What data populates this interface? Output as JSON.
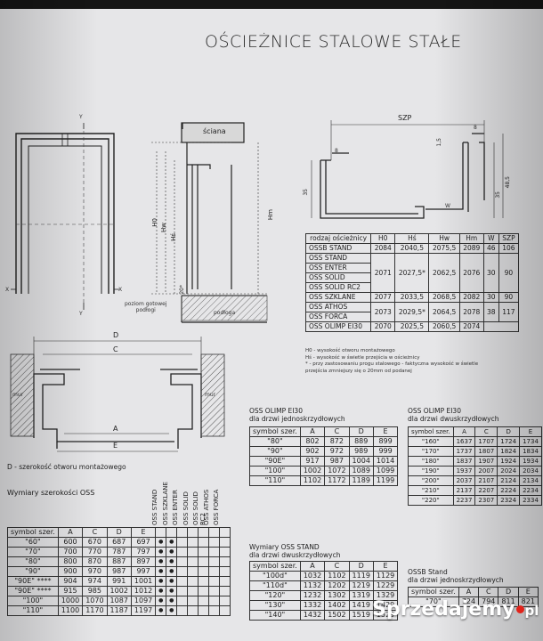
{
  "title": "OŚCIEŻNICE STALOWE STAŁE",
  "drawings": {
    "wall": "ściana",
    "hm": "Hm",
    "h0": "H0",
    "hw": "Hw",
    "hs": "Hś",
    "d20": "20*",
    "poziom": "poziom gotowej\npodłogi",
    "podloga": "podłoga",
    "szp": "SZP",
    "w": "W",
    "dim8a": "8",
    "dim15": "1,5",
    "dim8b": "8",
    "dim35a": "35",
    "dim485": "48,5",
    "dim35b": "35",
    "x": "X",
    "y": "Y",
    "d": "D",
    "c": "C",
    "a": "A",
    "e": "E",
    "mur": "mur",
    "dnote": "D - szerokość otworu montażowego"
  },
  "spec_table": {
    "headers": [
      "rodzaj ościeżnicy",
      "H0",
      "Hś",
      "Hw",
      "Hm",
      "W",
      "SZP"
    ],
    "rows": [
      [
        "OSSB STAND",
        "2084",
        "2040,5",
        "2075,5",
        "2089",
        "46",
        "106"
      ],
      [
        "OSS STAND",
        "",
        "",
        "",
        "",
        "",
        ""
      ],
      [
        "OSS ENTER",
        "",
        "",
        "",
        "",
        "",
        ""
      ],
      [
        "OSS SOLID",
        "2071",
        "2027,5*",
        "2062,5",
        "2076",
        "30",
        "90"
      ],
      [
        "OSS SOLID RC2",
        "",
        "",
        "",
        "",
        "",
        ""
      ],
      [
        "OSS SZKLANE",
        "2077",
        "2033,5",
        "2068,5",
        "2082",
        "30",
        "90"
      ],
      [
        "OSS ATHOS",
        "2073",
        "2029,5*",
        "2064,5",
        "2078",
        "38",
        "117"
      ],
      [
        "OSS FORCA",
        "",
        "",
        "",
        "",
        "",
        ""
      ],
      [
        "OSS OLIMP EI30",
        "2070",
        "2025,5",
        "2060,5",
        "2074",
        "",
        ""
      ]
    ],
    "notes": [
      "H0 - wysokość otworu montażowego",
      "Hś - wysokość w świetle przejścia w ościeżnicy",
      "* - przy zastosowaniu progu stalowego - faktyczna wysokość w świetle",
      "przejścia zmniejszy się o 20mm od podanej"
    ]
  },
  "olimp1": {
    "title": "OSS OLIMP EI30",
    "subtitle": "dla drzwi jednoskrzydłowych",
    "headers": [
      "symbol szer.",
      "A",
      "C",
      "D",
      "E"
    ],
    "rows": [
      [
        "\"80\"",
        "802",
        "872",
        "889",
        "899"
      ],
      [
        "\"90\"",
        "902",
        "972",
        "989",
        "999"
      ],
      [
        "\"90E\"",
        "917",
        "987",
        "1004",
        "1014"
      ],
      [
        "\"100\"",
        "1002",
        "1072",
        "1089",
        "1099"
      ],
      [
        "\"110\"",
        "1102",
        "1172",
        "1189",
        "1199"
      ]
    ]
  },
  "olimp2": {
    "title": "OSS OLIMP EI30",
    "subtitle": "dla drzwi dwuskrzydłowych",
    "headers": [
      "symbol szer.",
      "A",
      "C",
      "D",
      "E"
    ],
    "rows": [
      [
        "\"160\"",
        "1637",
        "1707",
        "1724",
        "1734"
      ],
      [
        "\"170\"",
        "1737",
        "1807",
        "1824",
        "1834"
      ],
      [
        "\"180\"",
        "1837",
        "1907",
        "1924",
        "1934"
      ],
      [
        "\"190\"",
        "1937",
        "2007",
        "2024",
        "2034"
      ],
      [
        "\"200\"",
        "2037",
        "2107",
        "2124",
        "2134"
      ],
      [
        "\"210\"",
        "2137",
        "2207",
        "2224",
        "2234"
      ],
      [
        "\"220\"",
        "2237",
        "2307",
        "2324",
        "2334"
      ]
    ]
  },
  "oss_widths": {
    "title": "Wymiary szerokości OSS",
    "headers": [
      "symbol szer.",
      "A",
      "C",
      "D",
      "E"
    ],
    "variants": [
      "OSS STAND",
      "OSS SZKLANE",
      "OSS ENTER",
      "OSS SOLID",
      "OSS SOLID RC2",
      "OSS ATHOS",
      "OSS FORCA"
    ],
    "rows": [
      [
        "\"60\"",
        "600",
        "670",
        "687",
        "697"
      ],
      [
        "\"70\"",
        "700",
        "770",
        "787",
        "797"
      ],
      [
        "\"80\"",
        "800",
        "870",
        "887",
        "897"
      ],
      [
        "\"90\"",
        "900",
        "970",
        "987",
        "997"
      ],
      [
        "\"90E\" ****",
        "904",
        "974",
        "991",
        "1001"
      ],
      [
        "\"90E\" ****",
        "915",
        "985",
        "1002",
        "1012"
      ],
      [
        "\"100\"",
        "1000",
        "1070",
        "1087",
        "1097"
      ],
      [
        "\"110\"",
        "1100",
        "1170",
        "1187",
        "1197"
      ]
    ]
  },
  "stand2": {
    "title": "Wymiary OSS STAND",
    "subtitle": "dla drzwi dwuskrzydłowych",
    "headers": [
      "symbol szer.",
      "A",
      "C",
      "D",
      "E"
    ],
    "rows": [
      [
        "\"100d\"",
        "1032",
        "1102",
        "1119",
        "1129"
      ],
      [
        "\"110d\"",
        "1132",
        "1202",
        "1219",
        "1229"
      ],
      [
        "\"120\"",
        "1232",
        "1302",
        "1319",
        "1329"
      ],
      [
        "\"130\"",
        "1332",
        "1402",
        "1419",
        "1429"
      ],
      [
        "\"140\"",
        "1432",
        "1502",
        "1519",
        "1529"
      ]
    ]
  },
  "ossb": {
    "title": "OSSB Stand",
    "subtitle": "dla drzwi jednoskrzydłowych",
    "headers": [
      "symbol szer.",
      "A",
      "C",
      "D",
      "E"
    ],
    "rows": [
      [
        "\"70\"",
        "724",
        "794",
        "811",
        "821"
      ]
    ]
  },
  "watermark": "Sprzedajemy",
  "watermark_suffix": "pl"
}
